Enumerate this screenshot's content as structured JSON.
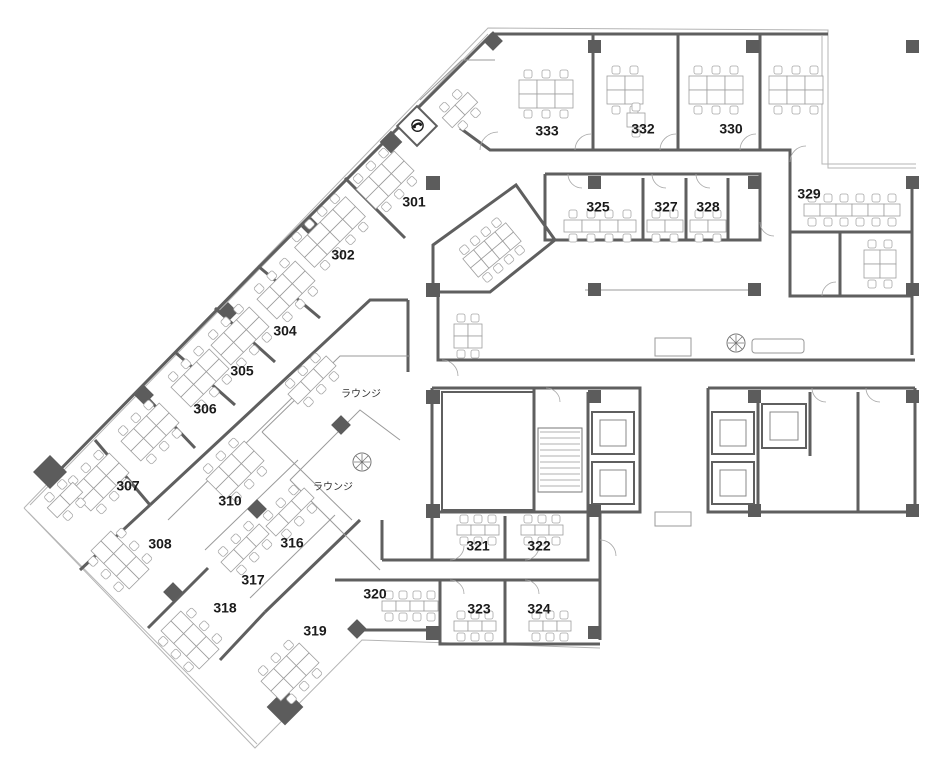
{
  "floor_plan": {
    "rooms": [
      {
        "id": "r301",
        "label": "301"
      },
      {
        "id": "r302",
        "label": "302"
      },
      {
        "id": "r304",
        "label": "304"
      },
      {
        "id": "r305",
        "label": "305"
      },
      {
        "id": "r306",
        "label": "306"
      },
      {
        "id": "r307",
        "label": "307"
      },
      {
        "id": "r308",
        "label": "308"
      },
      {
        "id": "r310",
        "label": "310"
      },
      {
        "id": "r316",
        "label": "316"
      },
      {
        "id": "r317",
        "label": "317"
      },
      {
        "id": "r318",
        "label": "318"
      },
      {
        "id": "r319",
        "label": "319"
      },
      {
        "id": "r320",
        "label": "320"
      },
      {
        "id": "r321",
        "label": "321"
      },
      {
        "id": "r322",
        "label": "322"
      },
      {
        "id": "r323",
        "label": "323"
      },
      {
        "id": "r324",
        "label": "324"
      },
      {
        "id": "r325",
        "label": "325"
      },
      {
        "id": "r327",
        "label": "327"
      },
      {
        "id": "r328",
        "label": "328"
      },
      {
        "id": "r329",
        "label": "329"
      },
      {
        "id": "r330",
        "label": "330"
      },
      {
        "id": "r332",
        "label": "332"
      },
      {
        "id": "r333",
        "label": "333"
      }
    ],
    "lounges": [
      {
        "id": "lounge-upper",
        "label": "ラウンジ"
      },
      {
        "id": "lounge-lower",
        "label": "ラウンジ"
      }
    ],
    "icons": [
      "phone-icon",
      "plant-icon",
      "stairs-icon",
      "elevator-icon"
    ],
    "colors": {
      "wall": "#5f5f5f",
      "column": "#5c5c5c",
      "furniture": "#9e9e9e",
      "label": "#1a1a1a"
    }
  }
}
